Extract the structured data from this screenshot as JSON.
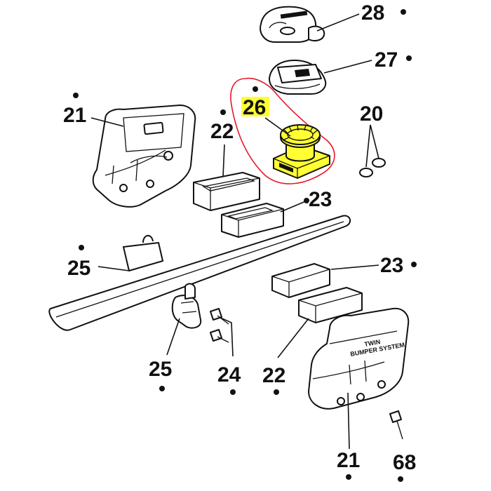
{
  "colors": {
    "highlight_fill": "#ffff33",
    "highlight_ring": "#e8162a",
    "line": "#111111"
  },
  "callouts": {
    "p28": "28",
    "p27": "27",
    "p26": "26",
    "p20": "20",
    "p21_top": "21",
    "p22_top": "22",
    "p23_top": "23",
    "p25_left": "25",
    "p23_right": "23",
    "p25_bottom": "25",
    "p24": "24",
    "p22_bottom": "22",
    "p21_bottom": "21",
    "p68": "68"
  },
  "part_lettering": {
    "housing_brand": "TWIN",
    "housing_subtitle": "BUMPER SYSTEM"
  }
}
